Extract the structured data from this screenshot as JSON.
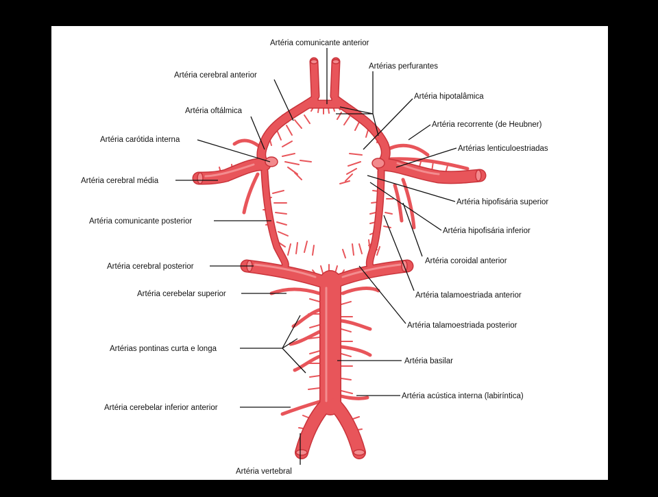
{
  "diagram": {
    "labels": {
      "comunicante_anterior": "Artéria comunicante anterior",
      "cerebral_anterior": "Artéria cerebral anterior",
      "oftalmica": "Artéria oftálmica",
      "carotida_interna": "Artéria carótida interna",
      "cerebral_media": "Artéria cerebral média",
      "comunicante_posterior": "Artéria comunicante posterior",
      "cerebral_posterior": "Artéria cerebral posterior",
      "cerebelar_superior": "Artéria cerebelar superior",
      "pontinas": "Artérias pontinas curta e longa",
      "cerebelar_inferior_anterior": "Artéria cerebelar inferior anterior",
      "vertebral": "Artéria vertebral",
      "perfurantes": "Artérias perfurantes",
      "hipotalamica": "Artéria hipotalâmica",
      "recorrente": "Artéria recorrente (de Heubner)",
      "lenticuloestriadas": "Artérias lenticuloestriadas",
      "hipofisaria_superior": "Artéria hipofisária superior",
      "hipofisaria_inferior": "Artéria hipofisária inferior",
      "coroidal_anterior": "Artéria coroidal anterior",
      "talamoestriada_anterior": "Artéria talamoestriada anterior",
      "talamoestriada_posterior": "Artéria talamoestriada posterior",
      "basilar": "Artéria basilar",
      "acustica_interna": "Artéria acústica interna (labiríntica)"
    },
    "colors": {
      "background": "#000000",
      "panel": "#ffffff",
      "artery_fill": "#e8555a",
      "artery_dark": "#c9333a",
      "artery_light": "#f59a9c",
      "leader_line": "#111111"
    }
  }
}
